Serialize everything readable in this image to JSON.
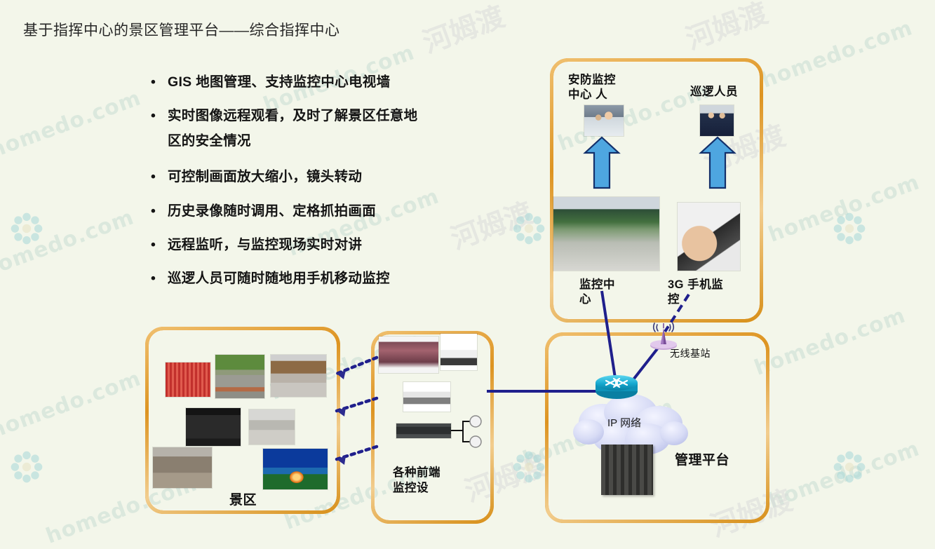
{
  "slide": {
    "title": "基于指挥中心的景区管理平台——综合指挥中心",
    "background_color": "#f3f6ea",
    "panel_border_color": "#e8a33d",
    "arrow_color": "#4da3dd",
    "line_color": "#1f1f8c"
  },
  "watermark": {
    "text_latin": "homedo.com",
    "text_cn": "河姆渡",
    "logo_name": "flower-logo"
  },
  "bullets": [
    {
      "marker": "•",
      "text": "GIS 地图管理、支持监控中心电视墙"
    },
    {
      "marker": "•",
      "text": "实时图像远程观看，及时了解景区任意地"
    },
    {
      "marker": "",
      "text": "区的安全情况"
    },
    {
      "marker": "•",
      "text": "可控制画面放大缩小，镜头转动"
    },
    {
      "marker": "•",
      "text": "历史录像随时调用、定格抓拍画面"
    },
    {
      "marker": "•",
      "text": "远程监听，与监控现场实时对讲"
    },
    {
      "marker": "•",
      "text": "巡逻人员可随时随地用手机移动监控"
    }
  ],
  "panels": {
    "monitor_center": {
      "name": "安防监控中心面板",
      "labels": {
        "security_staff": "安防监控 中心 人",
        "patrol_staff": "巡逻人员",
        "control_center": "监控中心",
        "mobile_3g": "3G 手机监控"
      },
      "images": [
        {
          "name": "security-operator-photo",
          "alt": "安防监控人员"
        },
        {
          "name": "patrol-officer-photo",
          "alt": "巡逻人员"
        },
        {
          "name": "control-room-photo",
          "alt": "监控中心大屏"
        },
        {
          "name": "mobile-phone-photo",
          "alt": "3G 手机监控"
        }
      ],
      "arrows": [
        {
          "name": "up-arrow-security",
          "direction": "up"
        },
        {
          "name": "up-arrow-patrol",
          "direction": "up"
        }
      ]
    },
    "network": {
      "name": "管理平台网络面板",
      "labels": {
        "base_station": "无线基站",
        "ip_network": "IP 网络",
        "platform": "管理平台"
      },
      "nodes": [
        {
          "name": "wireless-base-station-icon"
        },
        {
          "name": "router-icon"
        },
        {
          "name": "ip-cloud-icon"
        },
        {
          "name": "server-rack-icon"
        }
      ]
    },
    "scenic": {
      "name": "景区面板",
      "label": "景区",
      "images": [
        {
          "name": "crowd-photo",
          "alt": "人群聚集"
        },
        {
          "name": "road-photo",
          "alt": "景区道路"
        },
        {
          "name": "hall-photo",
          "alt": "游客大厅"
        },
        {
          "name": "parking-photo",
          "alt": "停车场监控"
        },
        {
          "name": "gate-photo",
          "alt": "闸机通道"
        },
        {
          "name": "ruins-photo",
          "alt": "景区广场"
        },
        {
          "name": "fire-photo",
          "alt": "山林火情"
        }
      ]
    },
    "devices": {
      "name": "前端监控设备面板",
      "label": "各种前端\n监控设",
      "label_line1": "各种前端",
      "label_line2": "监控设",
      "images": [
        {
          "name": "bullet-camera-photo",
          "alt": "枪式摄像机"
        },
        {
          "name": "dome-camera-photo",
          "alt": "球型摄像机"
        },
        {
          "name": "box-camera-photo",
          "alt": "无线摄像机"
        },
        {
          "name": "dvr-photo",
          "alt": "视频编码器"
        },
        {
          "name": "mini-dome-1",
          "alt": "半球摄像机"
        },
        {
          "name": "mini-dome-2",
          "alt": "半球摄像机"
        }
      ]
    }
  }
}
